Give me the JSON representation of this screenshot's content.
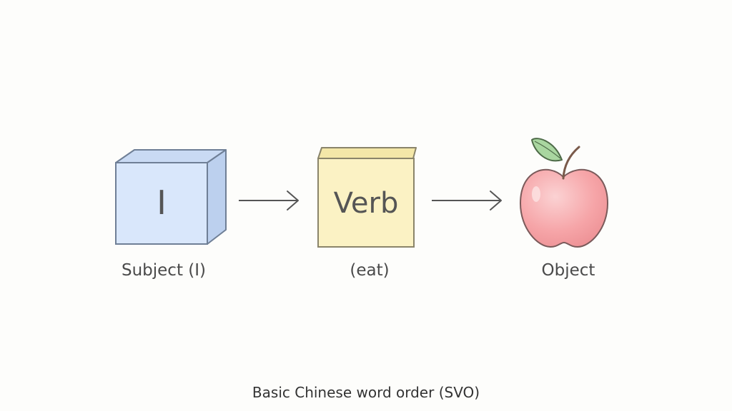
{
  "subject": {
    "box_text": "I",
    "label": "Subject (I)",
    "color": "#d9e7fb",
    "stroke": "#6f7f96"
  },
  "verb": {
    "box_text": "Verb",
    "label": "(eat)",
    "color": "#fbf2c4",
    "stroke": "#8a846a"
  },
  "object": {
    "label": "Object",
    "apple_color": "#f6a5a8",
    "leaf_color": "#a9d6a0",
    "icon": "apple-icon"
  },
  "caption": "Basic Chinese word order (SVO)"
}
